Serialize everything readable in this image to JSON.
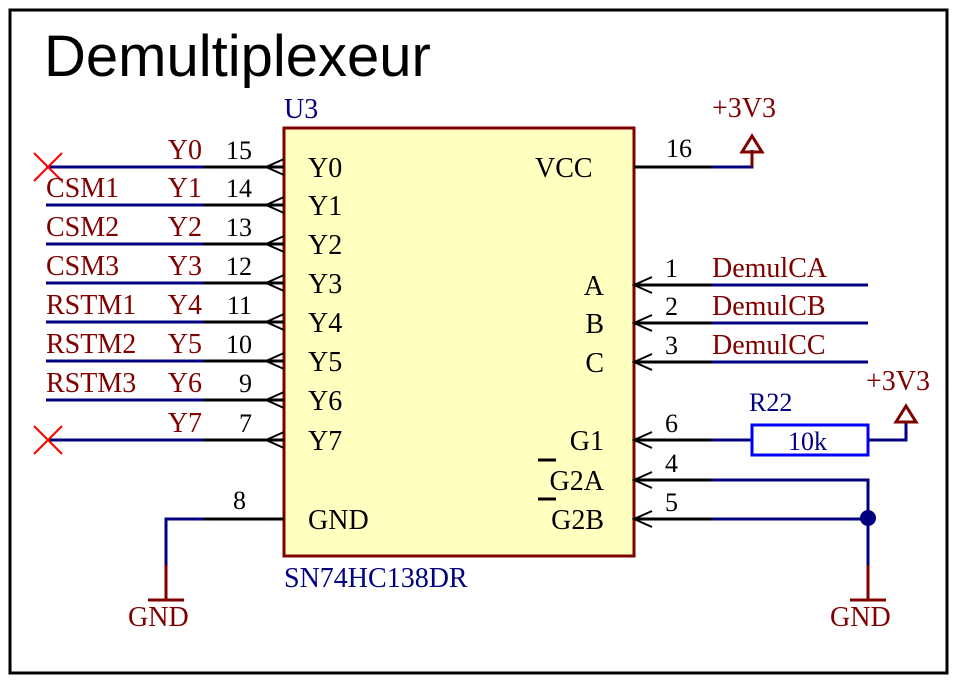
{
  "title": "Demultiplexeur",
  "colors": {
    "wire": "#000080",
    "lead": "#000000",
    "net_label": "#800000",
    "designator": "#000080",
    "chip_fill": "#ffffc0",
    "chip_border": "#800000",
    "no_connect": "#ff0000",
    "power": "#800000",
    "resistor": "#0000ff"
  },
  "chip": {
    "designator": "U3",
    "part": "SN74HC138DR",
    "left_pins": [
      {
        "name": "Y0",
        "number": "15",
        "net": "Y0",
        "signal": "",
        "no_connect": true
      },
      {
        "name": "Y1",
        "number": "14",
        "net": "Y1",
        "signal": "CSM1",
        "no_connect": false
      },
      {
        "name": "Y2",
        "number": "13",
        "net": "Y2",
        "signal": "CSM2",
        "no_connect": false
      },
      {
        "name": "Y3",
        "number": "12",
        "net": "Y3",
        "signal": "CSM3",
        "no_connect": false
      },
      {
        "name": "Y4",
        "number": "11",
        "net": "Y4",
        "signal": "RSTM1",
        "no_connect": false
      },
      {
        "name": "Y5",
        "number": "10",
        "net": "Y5",
        "signal": "RSTM2",
        "no_connect": false
      },
      {
        "name": "Y6",
        "number": "9",
        "net": "Y6",
        "signal": "RSTM3",
        "no_connect": false
      },
      {
        "name": "Y7",
        "number": "7",
        "net": "Y7",
        "signal": "",
        "no_connect": true
      }
    ],
    "gnd_pin": {
      "name": "GND",
      "number": "8"
    },
    "vcc_pin": {
      "name": "VCC",
      "number": "16",
      "supply": "+3V3"
    },
    "select_pins": [
      {
        "name": "A",
        "number": "1",
        "net": "DemulCA"
      },
      {
        "name": "B",
        "number": "2",
        "net": "DemulCB"
      },
      {
        "name": "C",
        "number": "3",
        "net": "DemulCC"
      }
    ],
    "enable_pins": [
      {
        "name": "G1",
        "number": "6"
      },
      {
        "name": "G2A",
        "overbar": "G",
        "number": "4"
      },
      {
        "name": "G2B",
        "overbar": "G",
        "number": "5"
      }
    ]
  },
  "resistor": {
    "designator": "R22",
    "value": "10k",
    "supply": "+3V3"
  },
  "ground_labels": [
    "GND",
    "GND"
  ]
}
